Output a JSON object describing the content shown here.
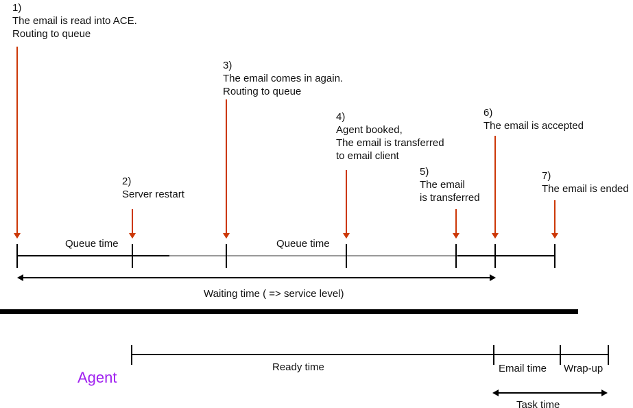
{
  "events": [
    {
      "text": "1)\nThe email is read into ACE.\nRouting to queue"
    },
    {
      "text": "2)\nServer restart"
    },
    {
      "text": "3)\nThe email comes in again.\nRouting to queue"
    },
    {
      "text": "4)\nAgent booked,\nThe email is transferred\nto email client"
    },
    {
      "text": "5)\nThe email\nis transferred"
    },
    {
      "text": "6)\nThe email is accepted"
    },
    {
      "text": "7)\nThe email is ended"
    }
  ],
  "timeline": {
    "queue_time_left": "Queue time",
    "queue_time_right": "Queue time",
    "waiting_time": "Waiting time ( => service level)"
  },
  "agent_section": {
    "agent_label": "Agent",
    "ready_time": "Ready time",
    "email_time": "Email time",
    "wrap_up": "Wrap-up",
    "task_time": "Task time"
  },
  "colors": {
    "event_arrow": "#CC3707",
    "agent_label": "#A020F0",
    "timeline_gray": "#999999"
  }
}
